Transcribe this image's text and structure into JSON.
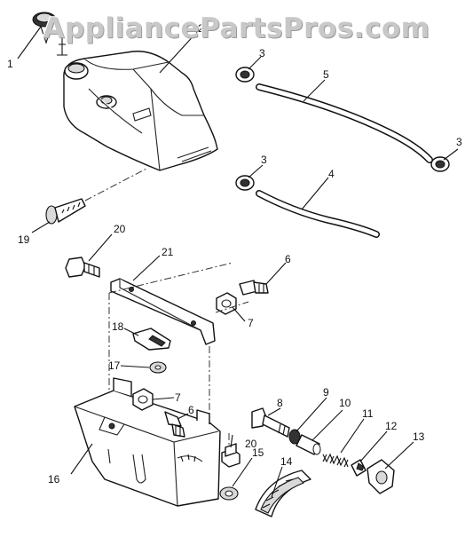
{
  "watermark": "AppliancePartsPros.com",
  "callouts": [
    {
      "id": "c1",
      "label": "1"
    },
    {
      "id": "c2",
      "label": "2"
    },
    {
      "id": "c3a",
      "label": "3"
    },
    {
      "id": "c3b",
      "label": "3"
    },
    {
      "id": "c3c",
      "label": "3"
    },
    {
      "id": "c4",
      "label": "4"
    },
    {
      "id": "c5",
      "label": "5"
    },
    {
      "id": "c6a",
      "label": "6"
    },
    {
      "id": "c6b",
      "label": "6"
    },
    {
      "id": "c7a",
      "label": "7"
    },
    {
      "id": "c7b",
      "label": "7"
    },
    {
      "id": "c8",
      "label": "8"
    },
    {
      "id": "c9",
      "label": "9"
    },
    {
      "id": "c10",
      "label": "10"
    },
    {
      "id": "c11",
      "label": "11"
    },
    {
      "id": "c12",
      "label": "12"
    },
    {
      "id": "c13",
      "label": "13"
    },
    {
      "id": "c14",
      "label": "14"
    },
    {
      "id": "c15",
      "label": "15"
    },
    {
      "id": "c16",
      "label": "16"
    },
    {
      "id": "c17",
      "label": "17"
    },
    {
      "id": "c18",
      "label": "18"
    },
    {
      "id": "c19",
      "label": "19"
    },
    {
      "id": "c20a",
      "label": "20"
    },
    {
      "id": "c20b",
      "label": "20"
    },
    {
      "id": "c21",
      "label": "21"
    }
  ]
}
